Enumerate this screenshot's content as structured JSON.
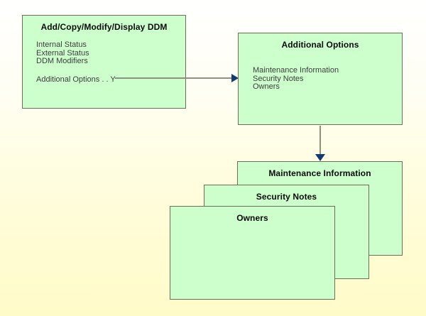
{
  "diagram": {
    "colors": {
      "background_top": "#ffffff",
      "background_bottom": "#fffbc8",
      "box_fill": "#ccffcc",
      "box_border": "#6e6e58",
      "connector_line": "#90907e",
      "arrowhead": "#123a75",
      "title_text": "#0a0a0a",
      "body_text": "#3d3d3d"
    },
    "main_box": {
      "title": "Add/Copy/Modify/Display DDM",
      "items": [
        "Internal Status",
        "External Status",
        "DDM Modifiers"
      ],
      "option_line": "Additional Options . . Y"
    },
    "options_box": {
      "title": "Additional Options",
      "items": [
        "Maintenance Information",
        "Security Notes",
        "Owners"
      ]
    },
    "stacked_boxes": [
      {
        "title": "Maintenance Information"
      },
      {
        "title": "Security Notes"
      },
      {
        "title": "Owners"
      }
    ]
  }
}
